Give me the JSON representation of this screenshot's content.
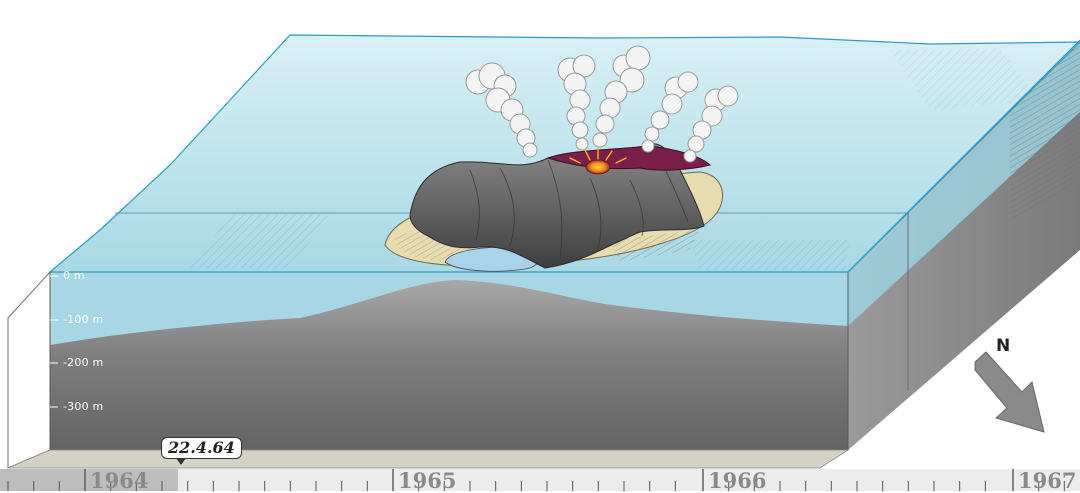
{
  "depth_scale": {
    "labels": [
      "0 m",
      "-100 m",
      "-200 m",
      "-300 m"
    ]
  },
  "date_marker": {
    "label": "22.4.64"
  },
  "timeline": {
    "years": [
      "1964",
      "1965",
      "1966",
      "1967"
    ]
  },
  "compass": {
    "label": "N"
  },
  "colors": {
    "sea_surface": "#bfe4ee",
    "sea_outline": "#2a9bc0",
    "seabed": "#6d6d6d",
    "island_rock": "#5c5c5c",
    "lava": "#e8a21a",
    "crater": "#7a1f4a",
    "steam": "#f4f4f4",
    "tephra_ring": "#e6dcb0",
    "timeline_bar": "#b5b5b5",
    "north_arrow": "#8a8a8a"
  },
  "icons": {
    "north_arrow": "arrow-southeast-icon"
  }
}
